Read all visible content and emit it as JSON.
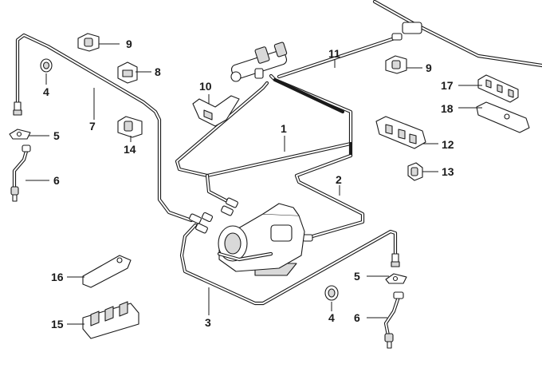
{
  "callouts": {
    "c1": "1",
    "c2": "2",
    "c3": "3",
    "c4a": "4",
    "c4b": "4",
    "c5a": "5",
    "c5b": "5",
    "c6a": "6",
    "c6b": "6",
    "c7": "7",
    "c8": "8",
    "c9a": "9",
    "c9b": "9",
    "c10": "10",
    "c11": "11",
    "c12": "12",
    "c13": "13",
    "c14": "14",
    "c15": "15",
    "c16": "16",
    "c17": "17",
    "c18": "18"
  },
  "colors": {
    "line": "#1a1a1a",
    "fill": "#ffffff",
    "shade": "#d9d9d9"
  }
}
